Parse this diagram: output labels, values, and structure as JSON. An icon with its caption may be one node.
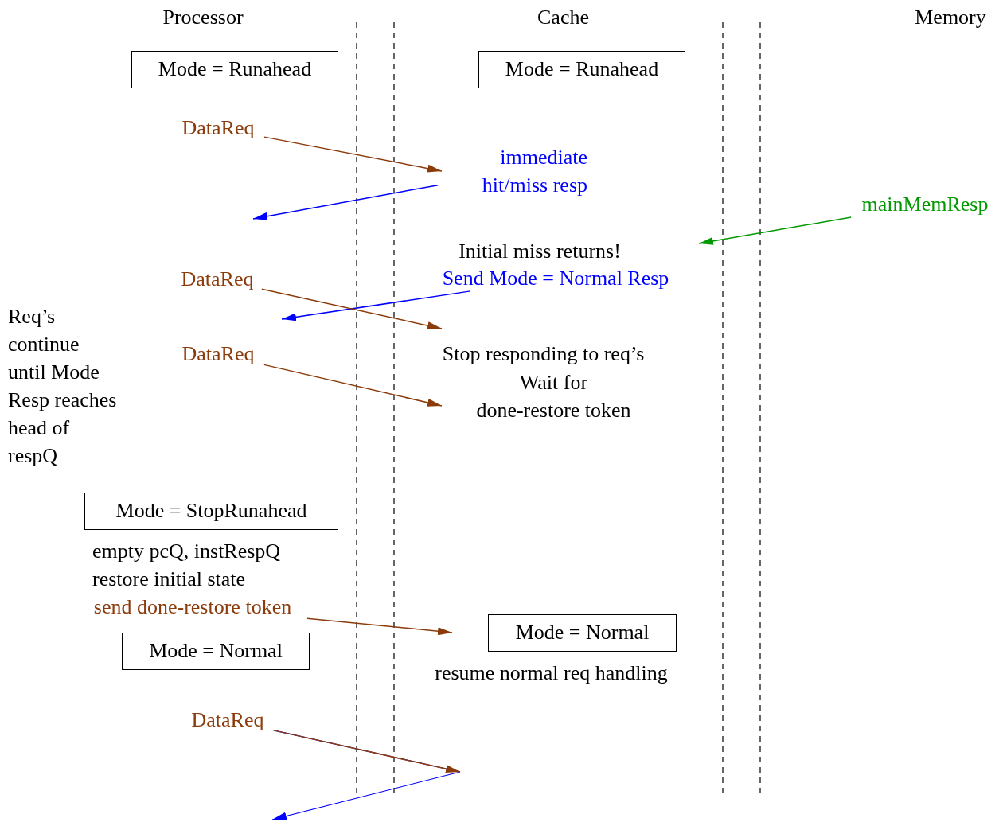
{
  "diagram": {
    "nodes": [
      {
        "text": [
          "Mode = Runahead"
        ]
      },
      {
        "text": [
          "Mode = Runahead"
        ]
      },
      {
        "text": [
          "DataReq"
        ]
      },
      {
        "text": [
          "immediate hit/miss resp"
        ]
      },
      {
        "text": [
          "mainMemResp"
        ]
      },
      {
        "text": [
          "Send Mode = Normal Resp"
        ]
      },
      {
        "text": [
          "DataReq"
        ]
      },
      {
        "text": [
          "DataReq"
        ]
      },
      {
        "text": [
          "Mode = StopRunahead"
        ],
        "beside": [
          "empty pcQ, instRespQ",
          "restore initial state"
        ]
      },
      {
        "text": [
          "send done-restore token"
        ]
      },
      {
        "text": [
          "Mode = Normal"
        ],
        "beside": [
          "resume normal req handling"
        ]
      },
      {
        "text": [
          "Mode = Normal"
        ]
      },
      {
        "text": [
          "DataReq"
        ]
      }
    ],
    "edges": [
      {
        "from": 2,
        "to": null,
        "arrow": "to"
      },
      {
        "from": 3,
        "to": null,
        "arrow": "to",
        "color": "#0000ff"
      },
      {
        "from": 4,
        "to": null,
        "arrow": "to",
        "color": "#009900"
      },
      {
        "from": 5,
        "to": null,
        "arrow": "to",
        "color": "#0000ff"
      },
      {
        "from": 6,
        "to": null,
        "arrow": "to"
      },
      {
        "from": 7,
        "to": null,
        "arrow": "to"
      },
      {
        "from": 9,
        "to": null,
        "arrow": "to"
      },
      {
        "from": 12,
        "to": null,
        "arrow": "to"
      },
      {
        "from": 12,
        "to": null,
        "arrow": "to",
        "color": "#0000ff"
      }
    ],
    "labels": [
      "Processor",
      "Cache",
      "Memory",
      "Initial miss returns!",
      "Req’s continue until Mode Resp reaches head of respQ",
      "Stop responding to req’s",
      "Wait for done-restore token"
    ]
  }
}
